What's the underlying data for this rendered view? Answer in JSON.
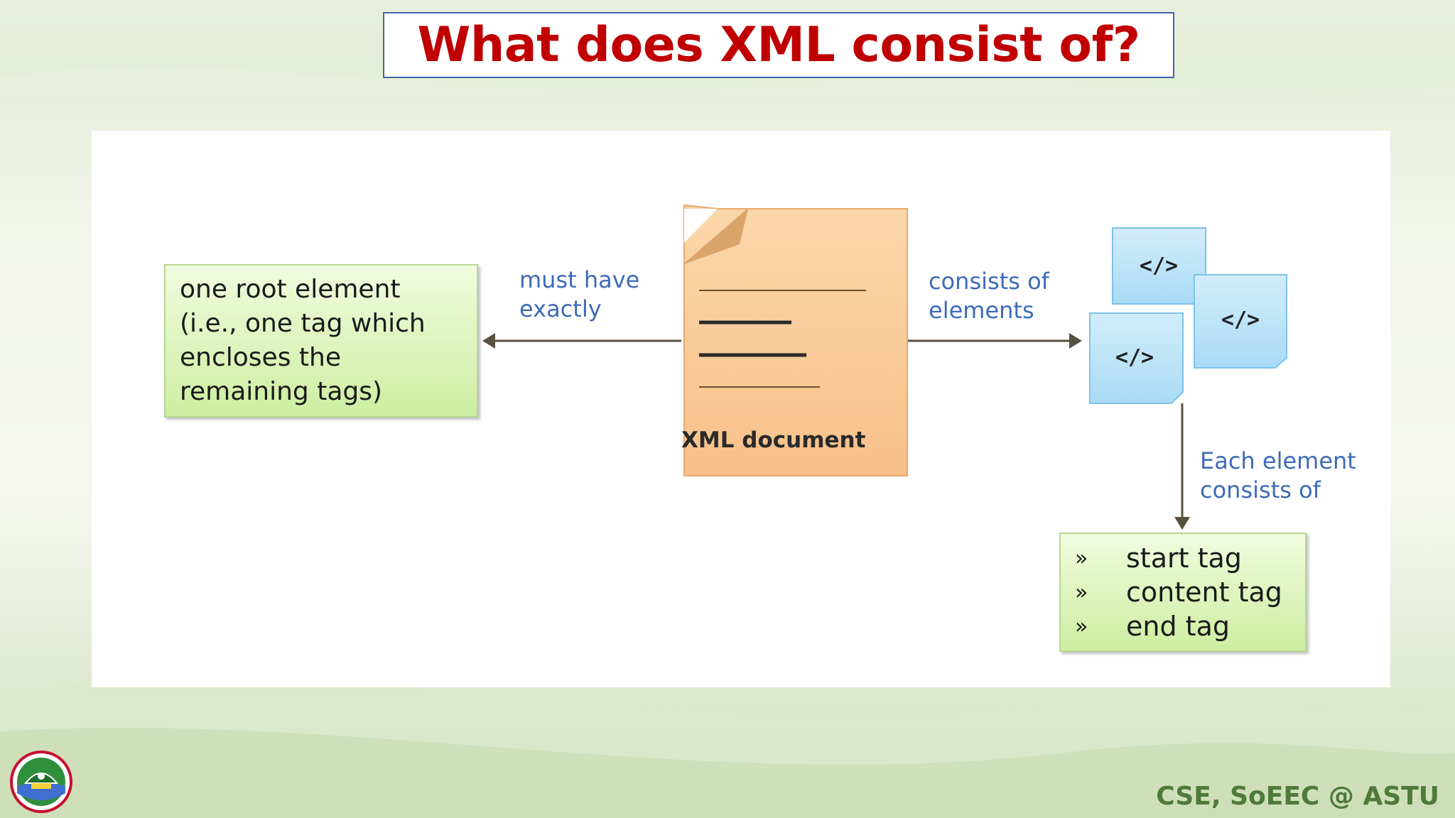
{
  "slide": {
    "title": "What does XML consist of?",
    "footer": "CSE, SoEEC @ ASTU"
  },
  "diagram": {
    "document_label": "XML document",
    "root_box_lines": [
      "one root element",
      "(i.e., one tag which",
      "encloses the",
      "remaining tags)"
    ],
    "must_have_lines": [
      "must have",
      "exactly"
    ],
    "consists_of_lines": [
      "consists of",
      "elements"
    ],
    "each_element_lines": [
      "Each element",
      "consists of"
    ],
    "element_tag_glyph": "</>",
    "parts_bullet": "»",
    "parts": [
      "start tag",
      "content tag",
      "end tag"
    ]
  },
  "colors": {
    "title": "#c00000",
    "label_blue": "#3d6bb8",
    "document_fill": "#f9c996",
    "element_fill": "#bfe4f8",
    "box_green": "#cdeea1",
    "footer": "#4f7a3a"
  },
  "icons": [
    "university-logo-icon",
    "xml-document-icon",
    "element-tag-icon"
  ]
}
